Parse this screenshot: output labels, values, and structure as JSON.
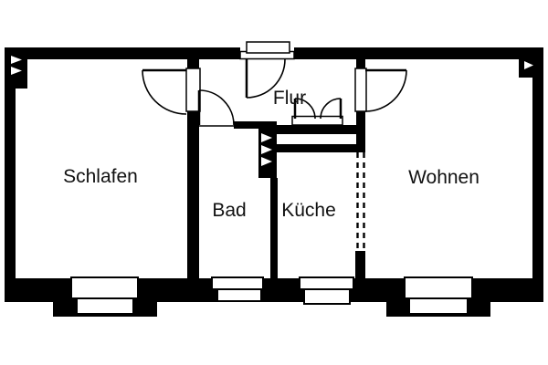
{
  "colors": {
    "background": "#ffffff",
    "walls": "#000000",
    "text": "#111111"
  },
  "rooms": {
    "schlafen": {
      "label": "Schlafen"
    },
    "bad": {
      "label": "Bad"
    },
    "kueche": {
      "label": "Küche"
    },
    "flur": {
      "label": "Flur"
    },
    "wohnen": {
      "label": "Wohnen"
    }
  },
  "symbols": {
    "doors": [
      "entrance-door",
      "schlafen-door",
      "bad-door",
      "wohnen-door",
      "flur-wardrobe-double-door"
    ],
    "windows": [
      "schlafen-window",
      "bad-window",
      "kueche-window",
      "wohnen-window"
    ],
    "vent_marks": "white-triangle-chimney-hatches",
    "open_passage": "kueche-wohnen-dashed-opening"
  }
}
